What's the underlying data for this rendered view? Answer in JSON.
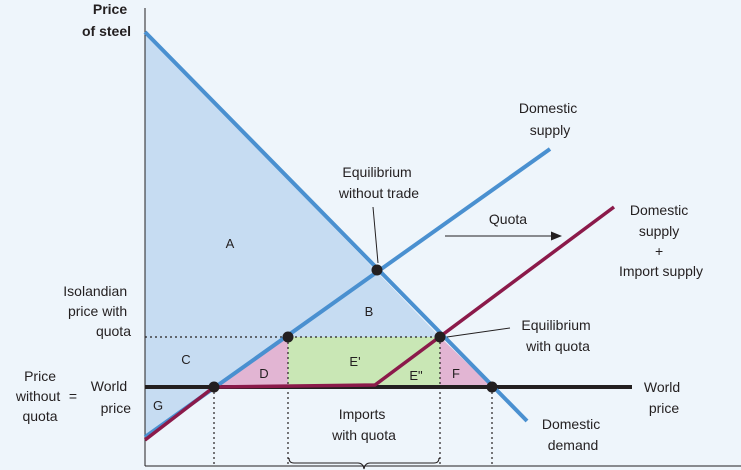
{
  "axis": {
    "y_label_line1": "Price",
    "y_label_line2": "of steel"
  },
  "curves": {
    "domestic_supply": [
      "Domestic",
      "supply"
    ],
    "domestic_demand": [
      "Domestic",
      "demand"
    ],
    "combined_supply": [
      "Domestic",
      "supply",
      "+",
      "Import supply"
    ],
    "world_price": [
      "World",
      "price"
    ]
  },
  "annotations": {
    "eq_no_trade": [
      "Equilibrium",
      "without trade"
    ],
    "eq_with_quota": [
      "Equilibrium",
      "with quota"
    ],
    "quota": "Quota",
    "imports_with_quota": [
      "Imports",
      "with quota"
    ],
    "isolandian_price": [
      "Isolandian",
      "price with",
      "quota"
    ],
    "price_without_quota": [
      "Price",
      "without",
      "quota"
    ],
    "equals": "=",
    "world_price_left": [
      "World",
      "price"
    ]
  },
  "regions": {
    "A": "A",
    "B": "B",
    "C": "C",
    "D": "D",
    "E1": "E'",
    "E2": "E\"",
    "F": "F",
    "G": "G"
  },
  "colors": {
    "background": "#eef5fb",
    "blue_line": "#4a90d0",
    "maroon_line": "#8b1a4a",
    "black_line": "#231f20",
    "blue_fill": "#c6dcf2",
    "pink_fill": "#e2b5d3",
    "green_fill": "#c9e7b5"
  }
}
